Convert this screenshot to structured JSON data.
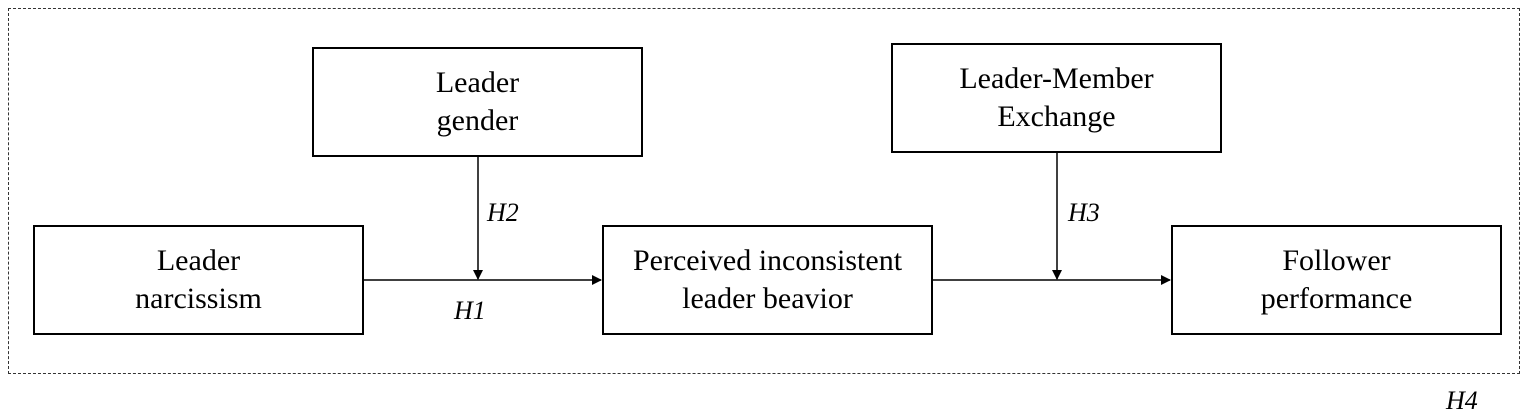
{
  "boxes": {
    "leader_gender": {
      "line1": "Leader",
      "line2": "gender"
    },
    "lmx": {
      "line1": "Leader-Member",
      "line2": "Exchange"
    },
    "leader_narcissism": {
      "line1": "Leader",
      "line2": "narcissism"
    },
    "inconsistent_behavior": {
      "line1": "Perceived inconsistent",
      "line2": "leader beavior"
    },
    "follower_performance": {
      "line1": "Follower",
      "line2": "performance"
    }
  },
  "hypotheses": {
    "h1": "H1",
    "h2": "H2",
    "h3": "H3",
    "h4": "H4"
  }
}
